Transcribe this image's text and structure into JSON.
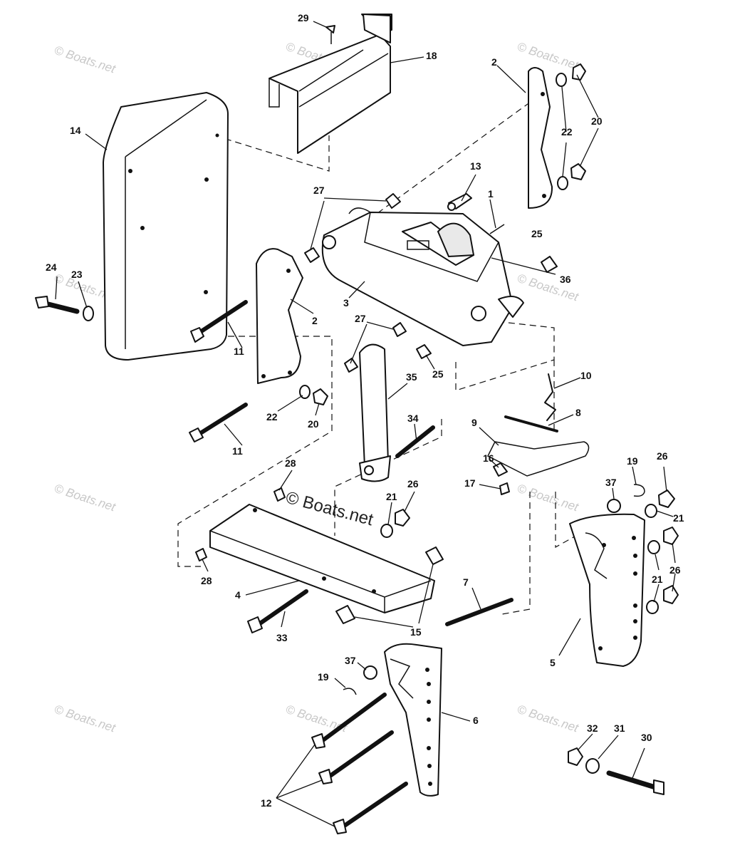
{
  "watermark": {
    "text": "© Boats.net",
    "center_text": "© Boats.net"
  },
  "callouts": {
    "c1": "1",
    "c2a": "2",
    "c2b": "2",
    "c3": "3",
    "c4": "4",
    "c5": "5",
    "c6": "6",
    "c7": "7",
    "c8": "8",
    "c9": "9",
    "c10": "10",
    "c11a": "11",
    "c11b": "11",
    "c12": "12",
    "c13": "13",
    "c14": "14",
    "c15": "15",
    "c16": "16",
    "c17": "17",
    "c18": "18",
    "c19a": "19",
    "c19b": "19",
    "c20a": "20",
    "c20b": "20",
    "c21a": "21",
    "c21b": "21",
    "c21c": "21",
    "c22a": "22",
    "c22b": "22",
    "c23": "23",
    "c24": "24",
    "c25a": "25",
    "c25b": "25",
    "c26a": "26",
    "c26b": "26",
    "c26c": "26",
    "c27a": "27",
    "c27b": "27",
    "c28a": "28",
    "c28b": "28",
    "c29": "29",
    "c30": "30",
    "c31": "31",
    "c32": "32",
    "c33": "33",
    "c34": "34",
    "c35": "35",
    "c36": "36",
    "c37a": "37",
    "c37b": "37"
  }
}
